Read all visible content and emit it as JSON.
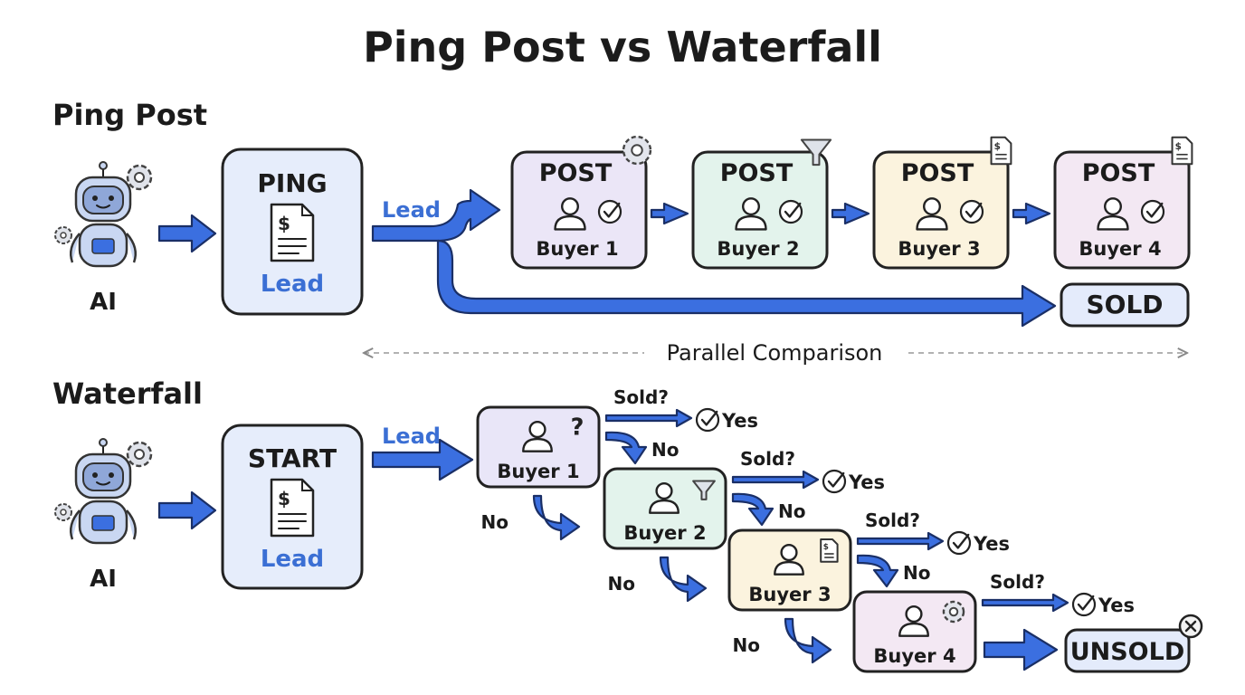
{
  "title": "Ping Post vs Waterfall",
  "divider_label": "Parallel Comparison",
  "ping_post": {
    "section_label": "Ping Post",
    "agent_label": "AI",
    "ping_box": {
      "heading": "PING",
      "doc_label": "Lead"
    },
    "lead_arrow_label": "Lead",
    "post_boxes": [
      {
        "heading": "POST",
        "buyer": "Buyer 1",
        "icon": "gear-icon",
        "color": "#ebe6f7"
      },
      {
        "heading": "POST",
        "buyer": "Buyer 2",
        "icon": "funnel-icon",
        "color": "#e3f3ec"
      },
      {
        "heading": "POST",
        "buyer": "Buyer 3",
        "icon": "document-icon",
        "color": "#fbf3de"
      },
      {
        "heading": "POST",
        "buyer": "Buyer 4",
        "icon": "document-icon",
        "color": "#f3e8f3"
      }
    ],
    "result_label": "SOLD"
  },
  "waterfall": {
    "section_label": "Waterfall",
    "agent_label": "AI",
    "start_box": {
      "heading": "START",
      "doc_label": "Lead"
    },
    "lead_arrow_label": "Lead",
    "buyers": [
      {
        "label": "Buyer 1",
        "icon": "question-icon",
        "color": "#e9e6f8",
        "sold_q": "Sold?",
        "yes": "Yes",
        "no_right": "No",
        "no_left": "No"
      },
      {
        "label": "Buyer 2",
        "icon": "funnel-icon",
        "color": "#e3f3ec",
        "sold_q": "Sold?",
        "yes": "Yes",
        "no_right": "No",
        "no_left": "No"
      },
      {
        "label": "Buyer 3",
        "icon": "document-icon",
        "color": "#fbf3de",
        "sold_q": "Sold?",
        "yes": "Yes",
        "no_right": "No",
        "no_left": "No"
      },
      {
        "label": "Buyer 4",
        "icon": "gear-icon",
        "color": "#f3e8f3",
        "sold_q": "Sold?",
        "yes": "Yes"
      }
    ],
    "result_label": "UNSOLD",
    "result_icon": "close-icon"
  },
  "colors": {
    "arrow_fill": "#3b6fe0",
    "lead_text": "#3b6fd4",
    "ping_box_fill": "#e6edfb",
    "result_box_fill": "#e4ebfb",
    "robot_body": "#c9d7f2"
  }
}
